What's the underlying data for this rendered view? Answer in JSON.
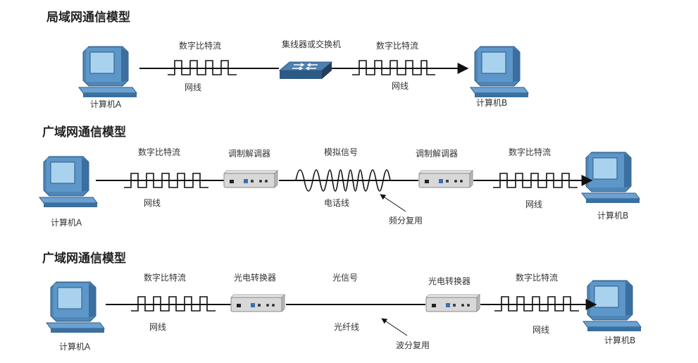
{
  "sections": [
    {
      "title": "局域网通信模型",
      "left_computer": "计算机A",
      "right_computer": "计算机B",
      "left_stream": "数字比特流",
      "left_medium": "网线",
      "device": "集线器或交换机",
      "right_stream": "数字比特流",
      "right_medium": "网线"
    },
    {
      "title": "广域网通信模型",
      "left_computer": "计算机A",
      "right_computer": "计算机B",
      "left_stream": "数字比特流",
      "left_medium": "网线",
      "left_device": "调制解调器",
      "signal": "模拟信号",
      "medium": "电话线",
      "annotation": "频分复用",
      "right_device": "调制解调器",
      "right_stream": "数字比特流",
      "right_medium": "网线"
    },
    {
      "title": "广域网通信模型",
      "left_computer": "计算机A",
      "right_computer": "计算机B",
      "left_stream": "数字比特流",
      "left_medium": "网线",
      "left_device": "光电转换器",
      "signal": "光信号",
      "medium": "光纤线",
      "annotation": "波分复用",
      "right_device": "光电转换器",
      "right_stream": "数字比特流",
      "right_medium": "网线"
    }
  ]
}
